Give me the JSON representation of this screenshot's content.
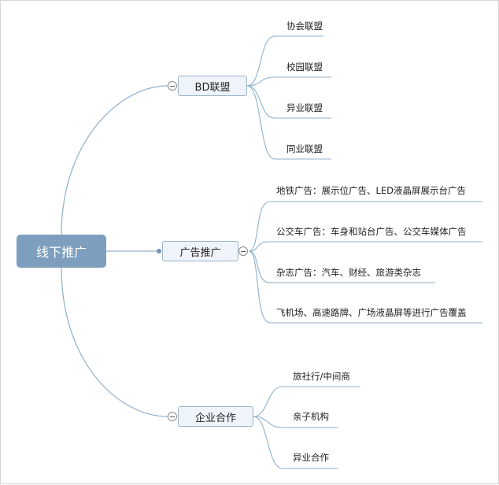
{
  "mindmap": {
    "root": "线下推广",
    "branches": [
      {
        "label": "BD联盟",
        "items": [
          "协会联盟",
          "校园联盟",
          "异业联盟",
          "同业联盟"
        ]
      },
      {
        "label": "广告推广",
        "items": [
          "地铁广告：展示位广告、LED液晶屏展示台广告",
          "公交车广告：车身和站台广告、公交车媒体广告",
          "杂志广告：汽车、财经、旅游类杂志",
          "飞机场、高速路牌、广场液晶屏等进行广告覆盖"
        ]
      },
      {
        "label": "企业合作",
        "items": [
          "旅社行/中间商",
          "亲子机构",
          "异业合作"
        ]
      }
    ]
  },
  "colors": {
    "root_fill": "#7d9fbd",
    "branch_fill": "#eef4fa",
    "branch_border": "#9ab4cc",
    "connector": "#8fb0cc"
  }
}
